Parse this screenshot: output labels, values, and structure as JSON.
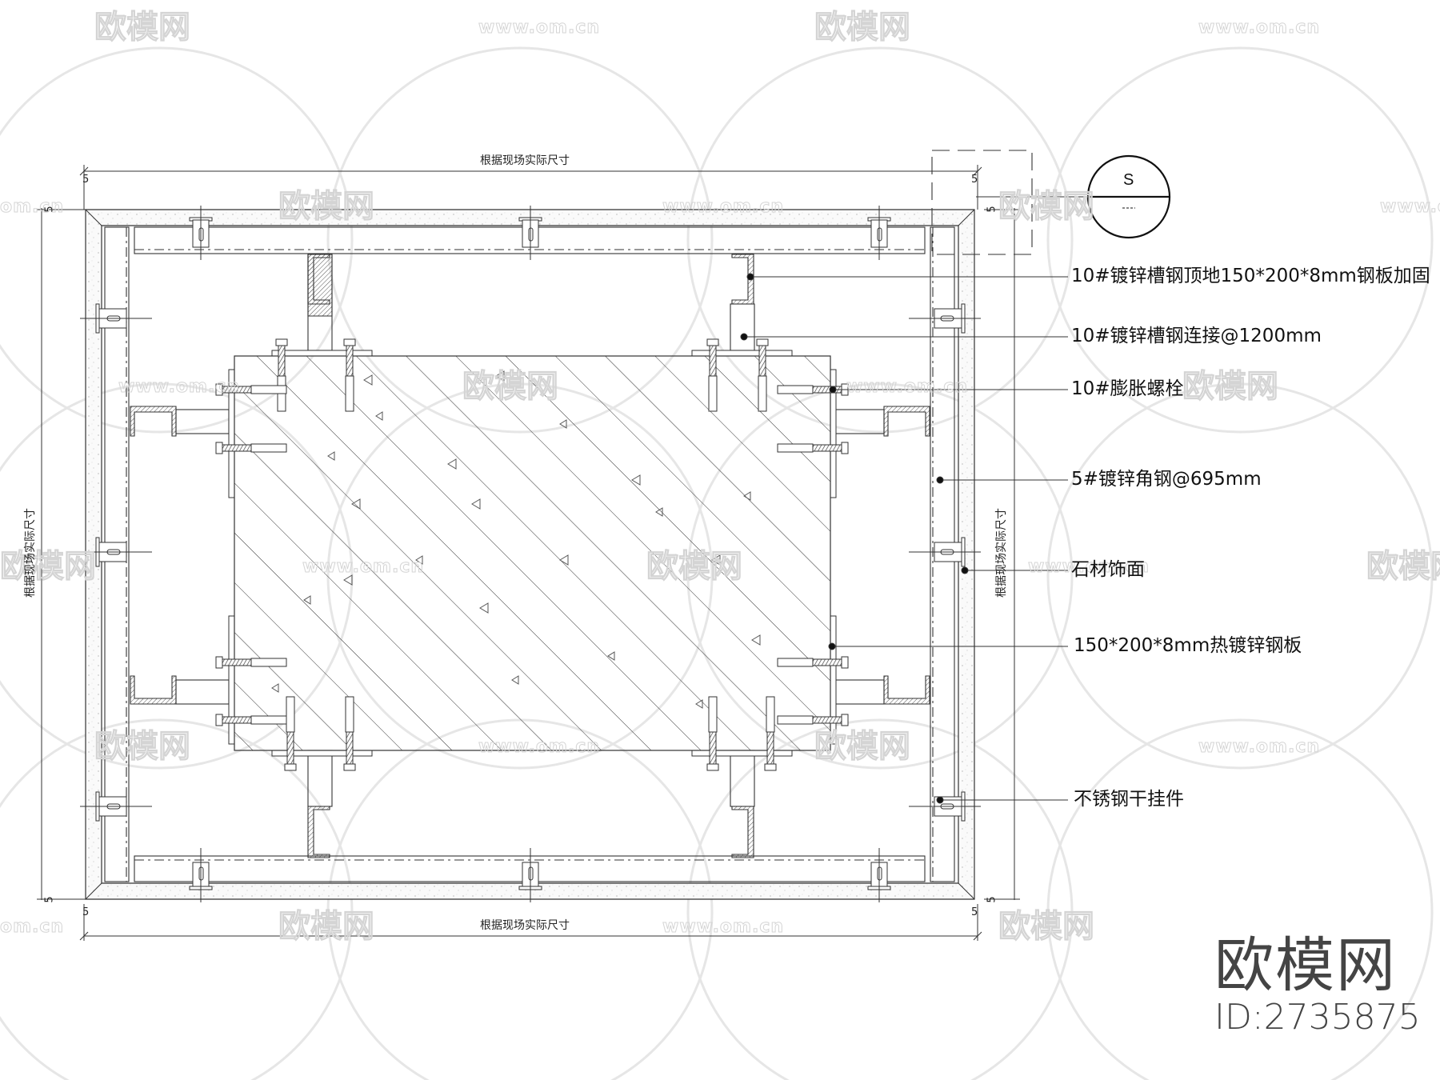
{
  "drawing": {
    "type": "stone cladding dry-hang column section detail",
    "section_symbol": {
      "top": "S",
      "bottom": "---"
    },
    "dimensions": {
      "top_label": "根据现场实际尺寸",
      "bottom_label": "根据现场实际尺寸",
      "left_label": "根据现场实际尺寸",
      "right_label": "根据现场实际尺寸",
      "offsets": [
        "5",
        "5",
        "5",
        "5",
        "5",
        "5",
        "5",
        "5"
      ]
    },
    "callouts": [
      {
        "id": "c1",
        "text": "10#镀锌槽钢顶地150*200*8mm钢板加固"
      },
      {
        "id": "c2",
        "text": "10#镀锌槽钢连接@1200mm"
      },
      {
        "id": "c3",
        "text": "10#膨胀螺栓"
      },
      {
        "id": "c4",
        "text": "5#镀锌角钢@695mm"
      },
      {
        "id": "c5",
        "text": "石材饰面"
      },
      {
        "id": "c6",
        "text": "150*200*8mm热镀锌钢板"
      },
      {
        "id": "c7",
        "text": "不锈钢干挂件"
      }
    ]
  },
  "watermark": {
    "logo_text": "欧模网",
    "url_text": "www.om.cn",
    "url_partial": "om.cn"
  },
  "brand": {
    "name": "欧模网",
    "id_label": "ID:2735875"
  }
}
